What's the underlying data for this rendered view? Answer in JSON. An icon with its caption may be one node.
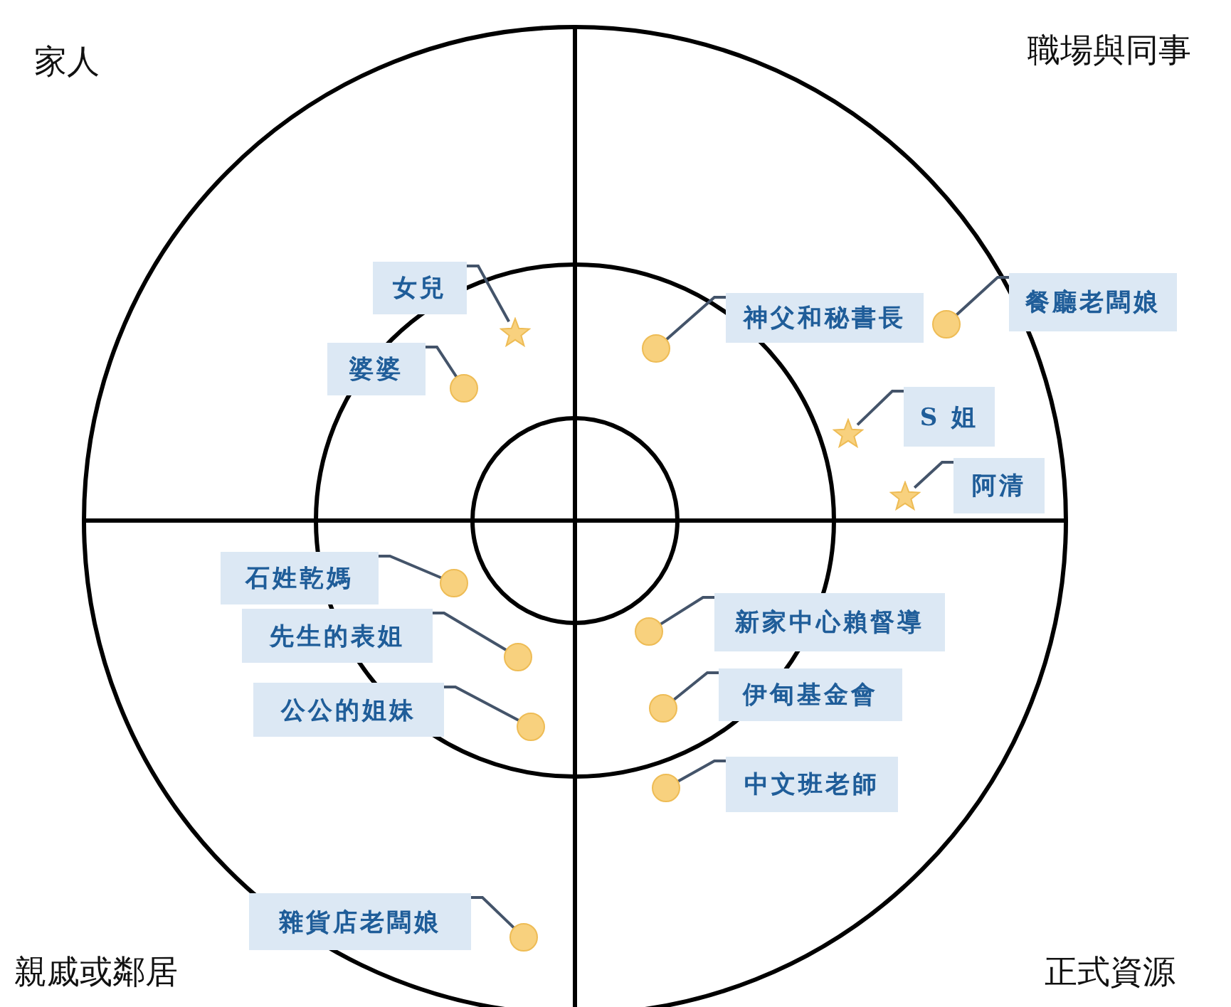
{
  "diagram": {
    "nodes": [
      {
        "text": [
          "女兒"
        ]
      },
      {
        "text": [
          "婆婆"
        ]
      },
      {
        "text": [
          "神父和秘書長"
        ]
      },
      {
        "text": [
          "餐廳老闆娘"
        ]
      },
      {
        "text": [
          "S 姐"
        ]
      },
      {
        "text": [
          "阿清"
        ]
      },
      {
        "text": [
          "石姓乾媽"
        ]
      },
      {
        "text": [
          "先生的表姐"
        ]
      },
      {
        "text": [
          "公公的姐妹"
        ]
      },
      {
        "text": [
          "新家中心賴督導"
        ]
      },
      {
        "text": [
          "伊甸基金會"
        ]
      },
      {
        "text": [
          "中文班老師"
        ]
      },
      {
        "text": [
          "雜貨店老闆娘"
        ]
      },
      {
        "text": [],
        "shape": "star"
      },
      {
        "text": [],
        "shape": "circle"
      },
      {
        "text": [],
        "shape": "circle"
      },
      {
        "text": [],
        "shape": "circle"
      },
      {
        "text": [],
        "shape": "star"
      },
      {
        "text": [],
        "shape": "star"
      },
      {
        "text": [],
        "shape": "circle"
      },
      {
        "text": [],
        "shape": "circle"
      },
      {
        "text": [],
        "shape": "circle"
      },
      {
        "text": [],
        "shape": "circle"
      },
      {
        "text": [],
        "shape": "circle"
      },
      {
        "text": [],
        "shape": "circle"
      },
      {
        "text": [],
        "shape": "circle"
      }
    ],
    "edges": [
      {
        "from": 0,
        "to": 13,
        "arrow": "none"
      },
      {
        "from": 1,
        "to": 14,
        "arrow": "none"
      },
      {
        "from": 2,
        "to": 15,
        "arrow": "none"
      },
      {
        "from": 3,
        "to": 16,
        "arrow": "none"
      },
      {
        "from": 4,
        "to": 17,
        "arrow": "none"
      },
      {
        "from": 5,
        "to": 18,
        "arrow": "none"
      },
      {
        "from": 6,
        "to": 19,
        "arrow": "none"
      },
      {
        "from": 7,
        "to": 20,
        "arrow": "none"
      },
      {
        "from": 8,
        "to": 21,
        "arrow": "none"
      },
      {
        "from": 9,
        "to": 22,
        "arrow": "none"
      },
      {
        "from": 10,
        "to": 23,
        "arrow": "none"
      },
      {
        "from": 11,
        "to": 24,
        "arrow": "none"
      },
      {
        "from": 12,
        "to": 25,
        "arrow": "none"
      }
    ],
    "labels": [
      "家人",
      "職場與同事",
      "親戚或鄰居",
      "正式資源"
    ]
  }
}
